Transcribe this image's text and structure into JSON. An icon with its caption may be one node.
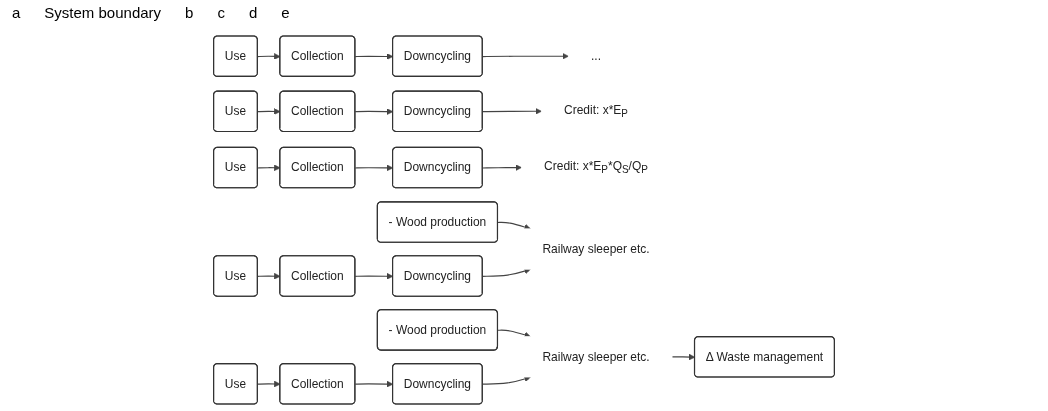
{
  "diagram": {
    "nodes": [
      {
        "text": [
          "Use"
        ]
      },
      {
        "text": [
          "Collection"
        ]
      },
      {
        "text": [
          "Downcycling"
        ]
      },
      {
        "text": [
          "..."
        ]
      },
      {
        "text": [
          "Use"
        ]
      },
      {
        "text": [
          "Collection"
        ]
      },
      {
        "text": [
          "Downcycling"
        ]
      },
      {
        "text": [
          "Credit: x*E$_{P}$"
        ]
      },
      {
        "text": [
          "Use"
        ]
      },
      {
        "text": [
          "Collection"
        ]
      },
      {
        "text": [
          "Downcycling"
        ]
      },
      {
        "text": [
          "Credit: x*E$_{P}$*Q$_{S}$/Q$_{P}$"
        ]
      },
      {
        "text": [
          "- Wood production"
        ]
      },
      {
        "text": [
          "Use"
        ]
      },
      {
        "text": [
          "Collection"
        ]
      },
      {
        "text": [
          "Downcycling"
        ]
      },
      {
        "text": [
          "Railway sleeper etc."
        ]
      },
      {
        "text": [
          "- Wood production"
        ]
      },
      {
        "text": [
          "Use"
        ]
      },
      {
        "text": [
          "Collection"
        ]
      },
      {
        "text": [
          "Downcycling"
        ]
      },
      {
        "text": [
          "Railway sleeper etc."
        ]
      },
      {
        "text": [
          "Δ Waste management"
        ]
      }
    ],
    "edges": [
      {
        "from": 0,
        "to": 1,
        "arrow": "to"
      },
      {
        "from": 1,
        "to": 2,
        "arrow": "to"
      },
      {
        "from": 2,
        "to": 3,
        "arrow": "to"
      },
      {
        "from": 4,
        "to": 5,
        "arrow": "to"
      },
      {
        "from": 5,
        "to": 6,
        "arrow": "to"
      },
      {
        "from": 6,
        "to": 7,
        "arrow": "to"
      },
      {
        "from": 8,
        "to": 9,
        "arrow": "to"
      },
      {
        "from": 9,
        "to": 10,
        "arrow": "to"
      },
      {
        "from": 10,
        "to": 11,
        "arrow": "to"
      },
      {
        "from": 12,
        "to": 16,
        "arrow": "to"
      },
      {
        "from": 13,
        "to": 14,
        "arrow": "to"
      },
      {
        "from": 14,
        "to": 15,
        "arrow": "to"
      },
      {
        "from": 15,
        "to": 16,
        "arrow": "to"
      },
      {
        "from": 17,
        "to": 21,
        "arrow": "to"
      },
      {
        "from": 18,
        "to": 19,
        "arrow": "to"
      },
      {
        "from": 19,
        "to": 20,
        "arrow": "to"
      },
      {
        "from": 20,
        "to": 21,
        "arrow": "to"
      },
      {
        "from": 21,
        "to": 22,
        "arrow": "to"
      }
    ],
    "labels": [
      "a",
      "System boundary",
      "b",
      "c",
      "d",
      "e"
    ]
  }
}
